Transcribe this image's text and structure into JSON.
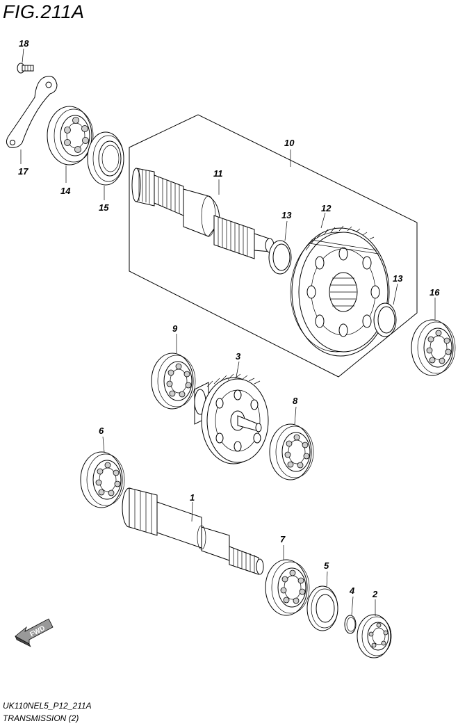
{
  "figure": {
    "title": "FIG.211A"
  },
  "callouts": {
    "p1": "1",
    "p2": "2",
    "p3": "3",
    "p4": "4",
    "p5": "5",
    "p6": "6",
    "p7": "7",
    "p8": "8",
    "p9": "9",
    "p10": "10",
    "p11": "11",
    "p12": "12",
    "p13a": "13",
    "p13b": "13",
    "p14": "14",
    "p15": "15",
    "p16": "16",
    "p17": "17",
    "p18": "18"
  },
  "fwd_label": "FWD",
  "footer": {
    "code": "UK110NEL5_P12_211A",
    "caption": "TRANSMISSION (2)"
  }
}
